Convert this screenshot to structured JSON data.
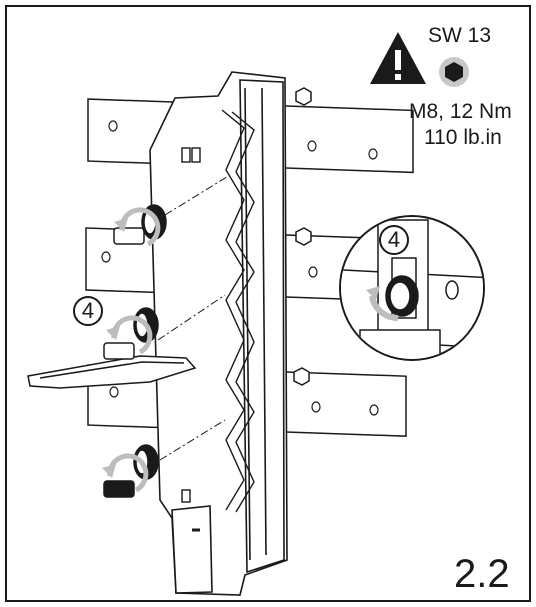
{
  "warning": {
    "icon": "warning-triangle-icon",
    "wrench_size_label": "SW 13",
    "hex_icon": "hex-socket-icon"
  },
  "specs": {
    "torque": "M8, 12 Nm",
    "torque_imperial": "110 lb.in"
  },
  "callouts": {
    "main": "4",
    "detail": "4"
  },
  "step_number": "2.2",
  "colors": {
    "line": "#1a1a1a",
    "rotation_arrow": "#bdbdbd",
    "fill": "#ffffff"
  }
}
